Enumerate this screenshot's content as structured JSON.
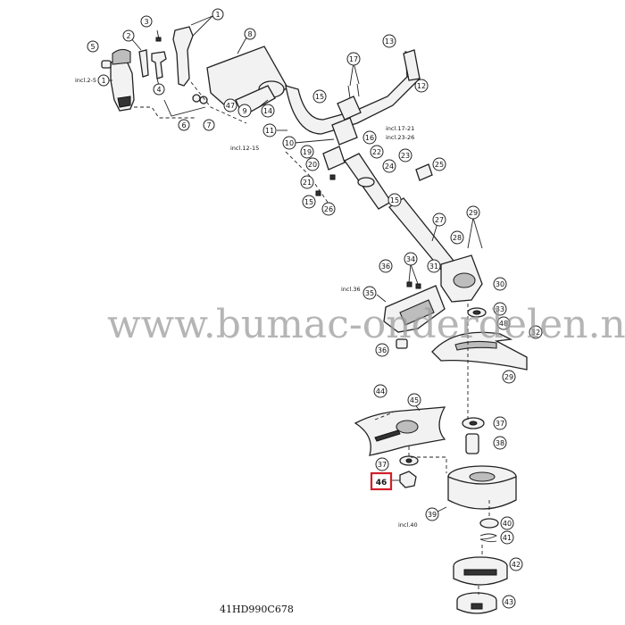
{
  "watermark": "www.bumac-onderdelen.nl",
  "diagram_code": "41HD990C678",
  "highlighted_callout": "46",
  "callouts": {
    "c1": "1",
    "c1b": "1",
    "c2": "2",
    "c3": "3",
    "c4": "4",
    "c5": "5",
    "c6": "6",
    "c7": "7",
    "c8": "8",
    "c9": "9",
    "c10": "10",
    "c11": "11",
    "c12": "12",
    "c13": "13",
    "c14": "14",
    "c15a": "15",
    "c15b": "15",
    "c15c": "15",
    "c16": "16",
    "c17": "17",
    "c19": "19",
    "c20": "20",
    "c21": "21",
    "c22": "22",
    "c23": "23",
    "c24": "24",
    "c25": "25",
    "c26": "26",
    "c27": "27",
    "c28": "28",
    "c29a": "29",
    "c29b": "29",
    "c30": "30",
    "c31": "31",
    "c32": "32",
    "c33": "33",
    "c34": "34",
    "c35": "35",
    "c36a": "36",
    "c36b": "36",
    "c37a": "37",
    "c37b": "37",
    "c38": "38",
    "c39": "39",
    "c40": "40",
    "c41": "41",
    "c42": "42",
    "c43": "43",
    "c44": "44",
    "c45": "45",
    "c47": "47",
    "c48": "48"
  },
  "notes": {
    "n1": "incl.2-5",
    "n2": "incl.12-15",
    "n3": "incl.17-21",
    "n4": "incl.23-26",
    "n5": "incl.36",
    "n6": "incl.40"
  }
}
